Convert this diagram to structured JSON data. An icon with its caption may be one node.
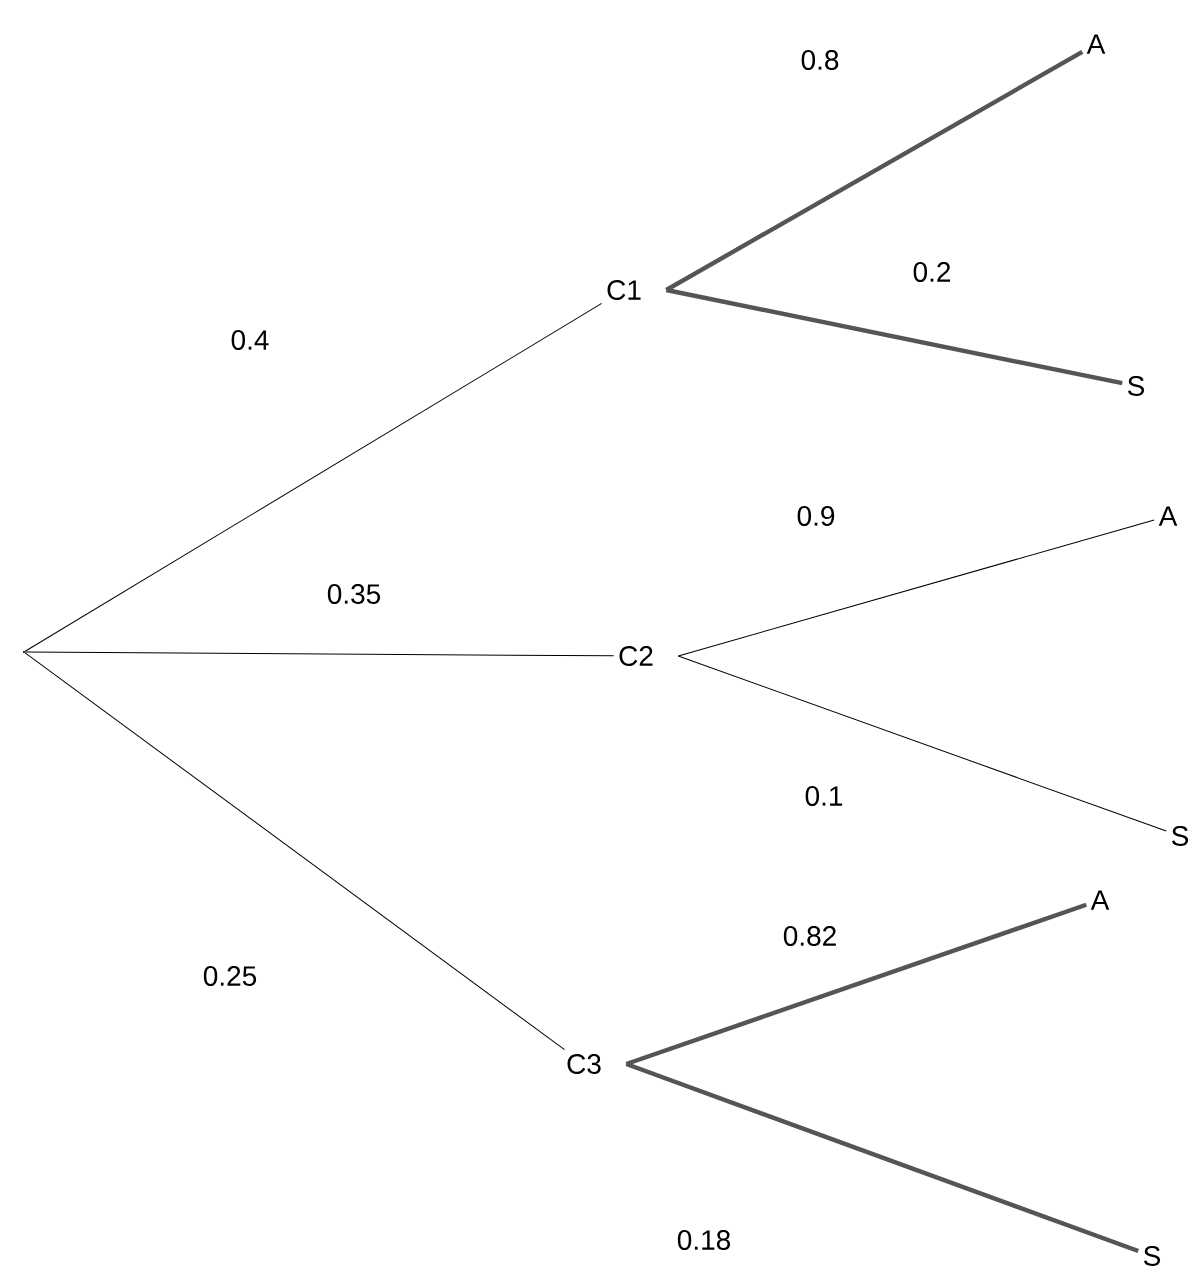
{
  "diagram": {
    "nodes": [
      {
        "text": [],
        "shape": "point"
      },
      {
        "text": [
          "C1"
        ]
      },
      {
        "text": [
          "C2"
        ]
      },
      {
        "text": [
          "C3"
        ]
      },
      {
        "text": [
          "A"
        ]
      },
      {
        "text": [
          "S"
        ]
      },
      {
        "text": [
          "A"
        ]
      },
      {
        "text": [
          "S"
        ]
      },
      {
        "text": [
          "A"
        ]
      },
      {
        "text": [
          "S"
        ]
      }
    ],
    "edges": [
      {
        "from": 0,
        "to": 1,
        "arrow": "none",
        "label": "0.4"
      },
      {
        "from": 0,
        "to": 2,
        "arrow": "none",
        "label": "0.35"
      },
      {
        "from": 0,
        "to": 3,
        "arrow": "none",
        "label": "0.25"
      },
      {
        "from": 1,
        "to": 4,
        "arrow": "none",
        "label": "0.8",
        "style": "thick",
        "color": "#555555"
      },
      {
        "from": 1,
        "to": 5,
        "arrow": "none",
        "label": "0.2",
        "style": "thick",
        "color": "#555555"
      },
      {
        "from": 2,
        "to": 6,
        "arrow": "none",
        "label": "0.9"
      },
      {
        "from": 2,
        "to": 7,
        "arrow": "none",
        "label": "0.1"
      },
      {
        "from": 3,
        "to": 8,
        "arrow": "none",
        "label": "0.82",
        "style": "thick",
        "color": "#555555"
      },
      {
        "from": 3,
        "to": 9,
        "arrow": "none",
        "label": "0.18",
        "style": "thick",
        "color": "#555555"
      }
    ]
  }
}
